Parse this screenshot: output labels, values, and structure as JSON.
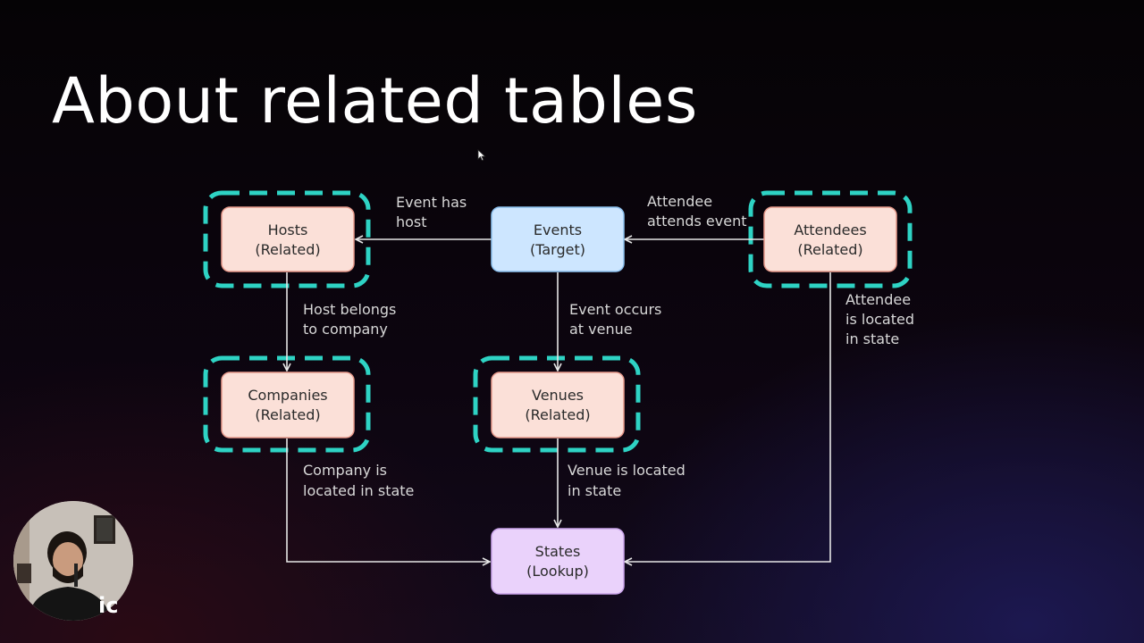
{
  "slide": {
    "title": "About related tables"
  },
  "nodes": [
    {
      "id": "hosts",
      "line1": "Hosts",
      "line2": "(Related)",
      "role": "related"
    },
    {
      "id": "events",
      "line1": "Events",
      "line2": "(Target)",
      "role": "target"
    },
    {
      "id": "attendees",
      "line1": "Attendees",
      "line2": "(Related)",
      "role": "related"
    },
    {
      "id": "companies",
      "line1": "Companies",
      "line2": "(Related)",
      "role": "related"
    },
    {
      "id": "venues",
      "line1": "Venues",
      "line2": "(Related)",
      "role": "related"
    },
    {
      "id": "states",
      "line1": "States",
      "line2": "(Lookup)",
      "role": "lookup"
    }
  ],
  "edges": [
    {
      "from": "events",
      "to": "hosts",
      "label_lines": [
        "Event has",
        "host"
      ]
    },
    {
      "from": "attendees",
      "to": "events",
      "label_lines": [
        "Attendee",
        "attends event"
      ]
    },
    {
      "from": "hosts",
      "to": "companies",
      "label_lines": [
        "Host belongs",
        "to company"
      ]
    },
    {
      "from": "events",
      "to": "venues",
      "label_lines": [
        "Event occurs",
        "at venue"
      ]
    },
    {
      "from": "attendees",
      "to": "states",
      "label_lines": [
        "Attendee",
        "is located",
        "in state"
      ]
    },
    {
      "from": "companies",
      "to": "states",
      "label_lines": [
        "Company is",
        "located in state"
      ]
    },
    {
      "from": "venues",
      "to": "states",
      "label_lines": [
        "Venue is located",
        "in state"
      ]
    }
  ],
  "colors": {
    "related_fill": "#fbe0d8",
    "related_stroke": "#e89a8c",
    "target_fill": "#cde6ff",
    "target_stroke": "#8cc0ee",
    "lookup_fill": "#ead2fb",
    "lookup_stroke": "#c9a3ea",
    "highlight_dash": "#2ed3c4",
    "connector": "#e6e6e6"
  },
  "webcam": {
    "logo_text": "ic"
  }
}
